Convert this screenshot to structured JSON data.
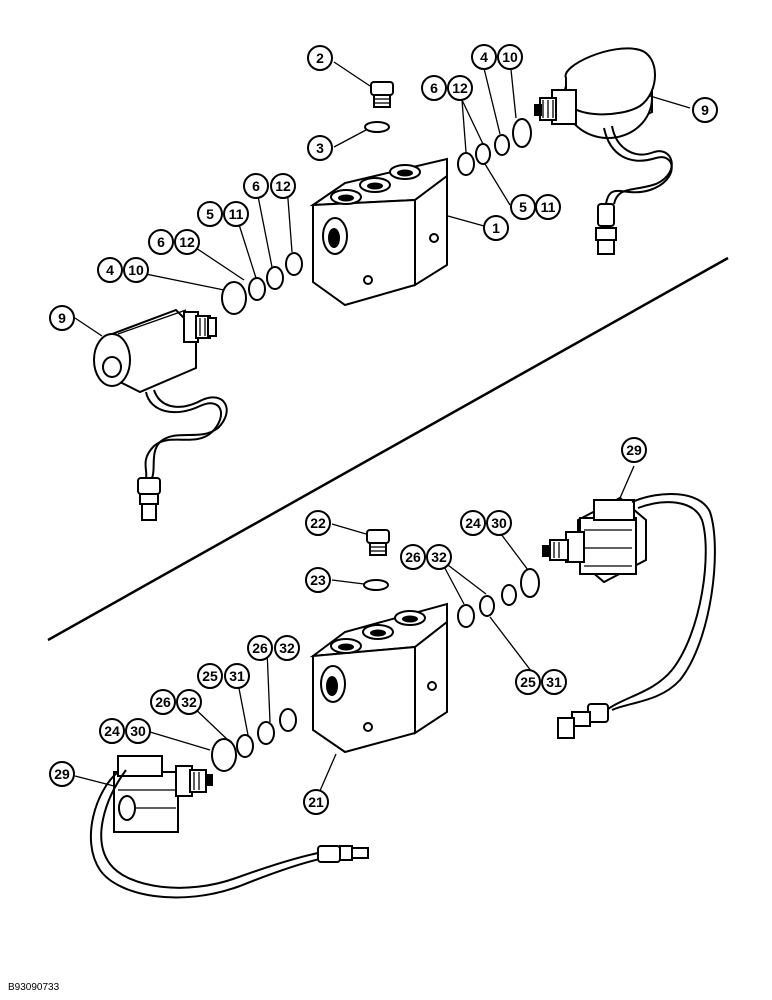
{
  "callouts": {
    "c2": "2",
    "c4a": "4",
    "c10a": "10",
    "c6a": "6",
    "c12a": "12",
    "c9a": "9",
    "c3": "3",
    "c6b": "6",
    "c12b": "12",
    "c5a": "5",
    "c11a": "11",
    "c1": "1",
    "c5b": "5",
    "c11b": "11",
    "c6c": "6",
    "c12c": "12",
    "c4b": "4",
    "c10b": "10",
    "c9b": "9",
    "c29a": "29",
    "c22": "22",
    "c24a": "24",
    "c30a": "30",
    "c23": "23",
    "c26a": "26",
    "c32a": "32",
    "c26b": "26",
    "c32b": "32",
    "c25a": "25",
    "c31a": "31",
    "c25b": "25",
    "c31b": "31",
    "c26c": "26",
    "c32c": "32",
    "c24b": "24",
    "c30b": "30",
    "c29b": "29",
    "c21": "21"
  },
  "figure_code": "B93090733"
}
